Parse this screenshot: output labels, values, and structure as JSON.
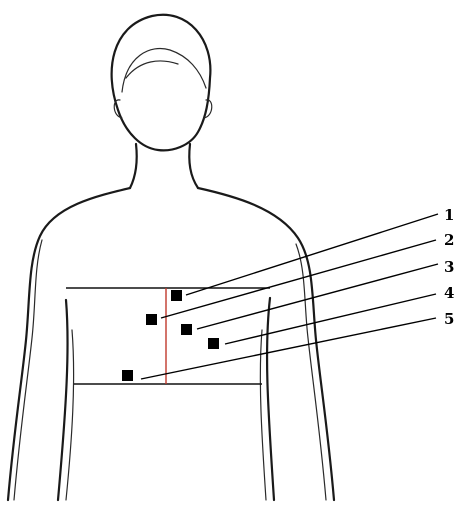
{
  "colors": {
    "outline": "#1a1a1a",
    "midline": "#c0392b",
    "marker": "#000000",
    "background": "#ffffff"
  },
  "markers": [
    {
      "label": "1"
    },
    {
      "label": "2"
    },
    {
      "label": "3"
    },
    {
      "label": "4"
    },
    {
      "label": "5"
    }
  ]
}
